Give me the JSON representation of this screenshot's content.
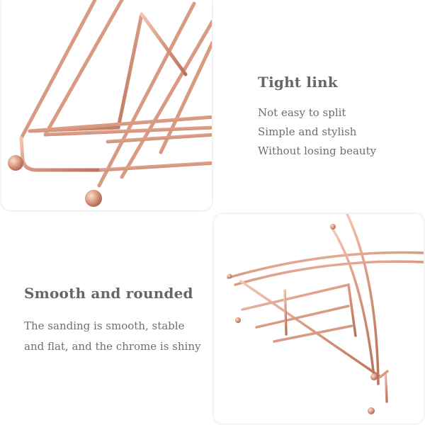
{
  "features": [
    {
      "title": "Tight link",
      "lines": [
        "Not easy to split",
        "Simple and stylish",
        "Without losing beauty"
      ]
    },
    {
      "title": "Smooth and rounded",
      "lines": [
        "The sanding is smooth, stable",
        "and flat, and the chrome is shiny"
      ]
    }
  ],
  "colors": {
    "rose_gold": "#d99a82",
    "rose_gold_dark": "#b8735c",
    "text_title": "#666666",
    "text_body": "#6e6e6e"
  }
}
